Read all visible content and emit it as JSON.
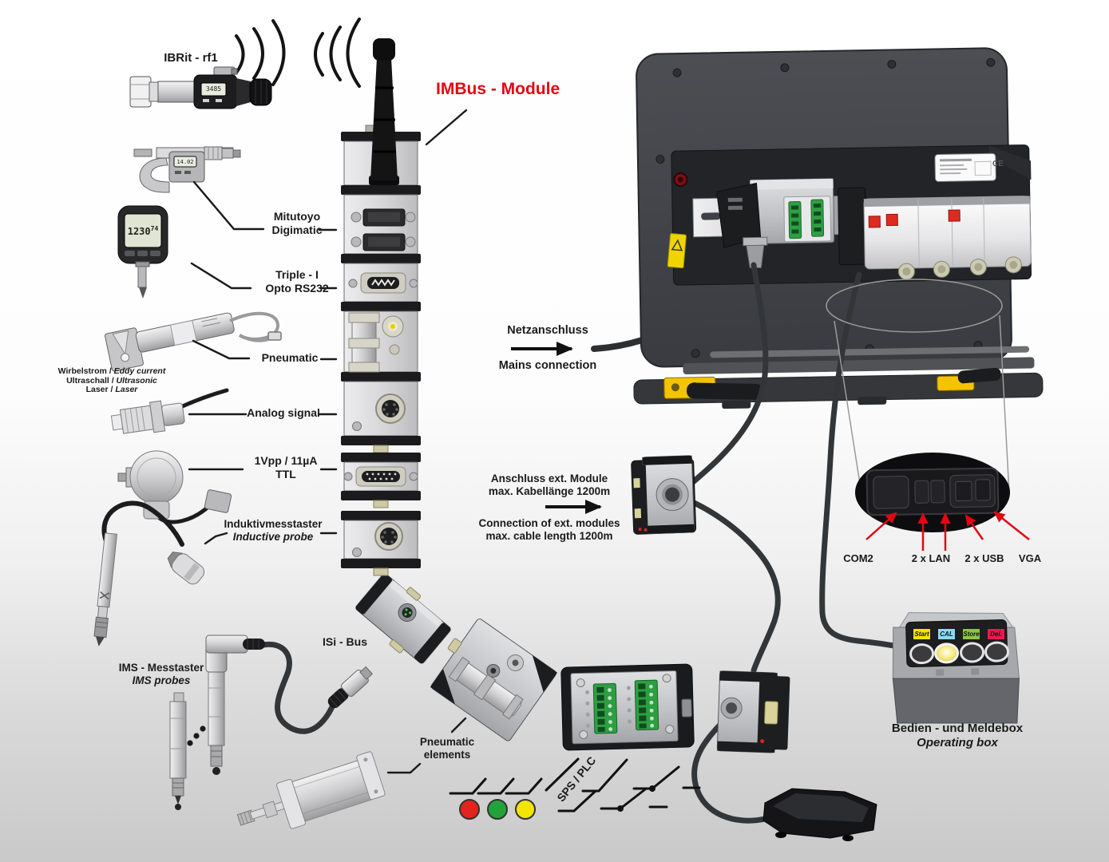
{
  "colors": {
    "callout_red": "#e30613",
    "lamp_red": "#e3231d",
    "lamp_green": "#23a23b",
    "lamp_yellow": "#f2e500",
    "key_start": "#f6e400",
    "key_cal": "#8fd8f6",
    "key_store": "#8cc63f",
    "key_del": "#e8194e"
  },
  "callouts": {
    "ibrit": "IBRit - rf1",
    "imbus_title": "IMBus - Module",
    "mitutoyo_l1": "Mitutoyo",
    "mitutoyo_l2": "Digimatic",
    "triple_l1": "Triple - I",
    "triple_l2": "Opto RS232",
    "pneumatic": "Pneumatic",
    "analog": "Analog signal",
    "vpp_l1": "1Vpp / 11µA",
    "vpp_l2": "TTL",
    "inductive_de": "Induktivmesstaster",
    "inductive_en": "Inductive probe",
    "sensors_l1_de": "Wirbelstrom /",
    "sensors_l1_en": "Eddy current",
    "sensors_l2_de": "Ultraschall /",
    "sensors_l2_en": "Ultrasonic",
    "sensors_l3_de": "Laser /",
    "sensors_l3_en": "Laser",
    "ims_de": "IMS - Messtaster",
    "ims_en": "IMS probes",
    "isi_bus": "ISi - Bus",
    "pneu_elements_l1": "Pneumatic",
    "pneu_elements_l2": "elements",
    "sps_plc": "SPS / PLC",
    "mains_de": "Netzanschluss",
    "mains_en": "Mains connection",
    "ext_de_l1": "Anschluss ext. Module",
    "ext_de_l2": "max. Kabellänge 1200m",
    "ext_en_l1": "Connection of ext. modules",
    "ext_en_l2": "max. cable length 1200m"
  },
  "ports": {
    "com2": "COM2",
    "lan": "2 x LAN",
    "usb": "2 x USB",
    "vga": "VGA"
  },
  "operating_box": {
    "label_de": "Bedien - und Meldebox",
    "label_en": "Operating box",
    "keys": [
      {
        "label": "Start",
        "color": "#f6e400"
      },
      {
        "label": "CAL",
        "color": "#8fd8f6"
      },
      {
        "label": "Store",
        "color": "#8cc63f"
      },
      {
        "label": "Del.",
        "color": "#e8194e"
      }
    ]
  },
  "displays": {
    "ibrit_lcd": "3485",
    "micrometer_lcd": "14.02",
    "indicator_lcd_main": "1230",
    "indicator_lcd_sub": "74"
  },
  "pc": {
    "nameplate_ce": "CE"
  },
  "lamps": [
    {
      "name": "red",
      "color": "#e3231d"
    },
    {
      "name": "green",
      "color": "#23a23b"
    },
    {
      "name": "yellow",
      "color": "#f2e500"
    }
  ]
}
